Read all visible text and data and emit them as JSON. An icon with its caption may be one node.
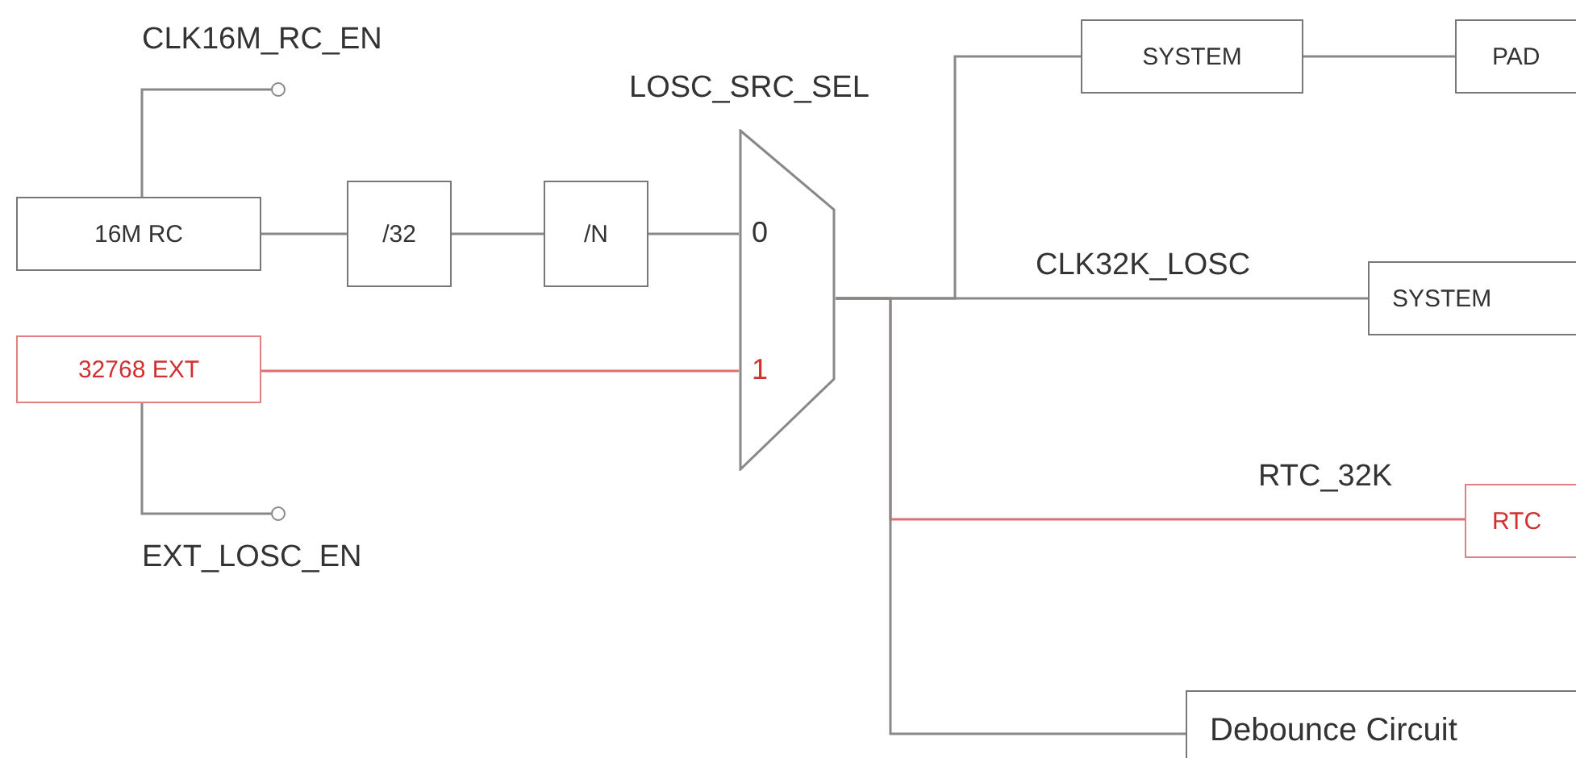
{
  "diagram": {
    "nodes": [
      {
        "text": [
          "16M RC"
        ]
      },
      {
        "text": [
          "/32"
        ]
      },
      {
        "text": [
          "/N"
        ]
      },
      {
        "text": [
          "32768 EXT"
        ]
      },
      {
        "text": [
          "0",
          "1"
        ],
        "beside": [
          "LOSC_SRC_SEL"
        ]
      },
      {
        "text": [],
        "shape": "circle",
        "beside": [
          "CLK16M_RC_EN"
        ]
      },
      {
        "text": [],
        "shape": "circle",
        "beside": [
          "EXT_LOSC_EN"
        ]
      },
      {
        "text": [
          "SYSTEM"
        ]
      },
      {
        "text": [
          "PAD"
        ]
      },
      {
        "text": [
          "SYSTEM"
        ]
      },
      {
        "text": [
          "RTC"
        ]
      },
      {
        "text": [
          "Debounce Circuit"
        ]
      }
    ],
    "edges": [
      {
        "from": 0,
        "to": 5,
        "arrow": "none"
      },
      {
        "from": 0,
        "to": 1,
        "arrow": "none"
      },
      {
        "from": 1,
        "to": 2,
        "arrow": "none"
      },
      {
        "from": 2,
        "to": 4,
        "arrow": "none"
      },
      {
        "from": 3,
        "to": 4,
        "arrow": "none",
        "color": "#e07070"
      },
      {
        "from": 3,
        "to": 6,
        "arrow": "none"
      },
      {
        "from": 4,
        "to": 7,
        "arrow": "none"
      },
      {
        "from": 7,
        "to": 8,
        "arrow": "none"
      },
      {
        "from": 4,
        "to": 9,
        "arrow": "none",
        "label": "CLK32K_LOSC"
      },
      {
        "from": 4,
        "to": 10,
        "arrow": "none",
        "label": "RTC_32K",
        "color": "#e07070"
      },
      {
        "from": 4,
        "to": 11,
        "arrow": "none"
      }
    ]
  }
}
